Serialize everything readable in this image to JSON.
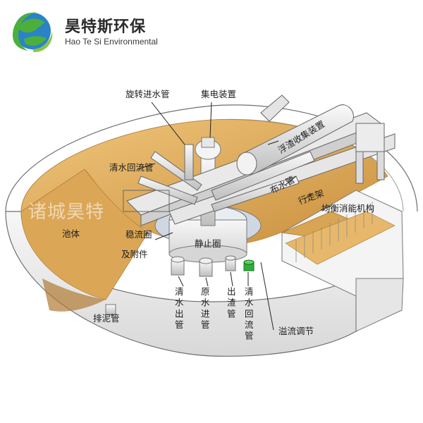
{
  "brand": {
    "name_cn": "昊特斯环保",
    "name_en": "Hao Te Si Environmental",
    "logo_icon": "globe-leaf-icon"
  },
  "watermark": "诸城昊特",
  "colors": {
    "tank_fill": "#e9b968",
    "tank_fill_dark": "#c98f3d",
    "wall": "#f2f2f2",
    "wall_line": "#6e6e6e",
    "steel": "#dcdcdc",
    "water": "#dfe6ee",
    "logo_green": "#4caf3b",
    "logo_blue": "#2a83c7",
    "valve_green": "#2fae3a"
  },
  "labels": {
    "rotating_inlet": "旋转进水管",
    "collector": "集电装置",
    "scum_collector": "浮渣收集装置",
    "clear_return_top": "清水回流管",
    "distribution_pipe": "布水管",
    "walkway": "行走架",
    "energy_dissipator": "均衡消能机构",
    "tank_body": "池体",
    "stabilizer": "稳流圈",
    "accessories": "及附件",
    "still_ring": "静止圈",
    "clear_out": "清水出管",
    "raw_in": "原水进管",
    "scum_out": "出渣管",
    "clear_return_bottom": "清水回流管",
    "sludge_pipe": "排泥管",
    "overflow": "溢流调节"
  }
}
